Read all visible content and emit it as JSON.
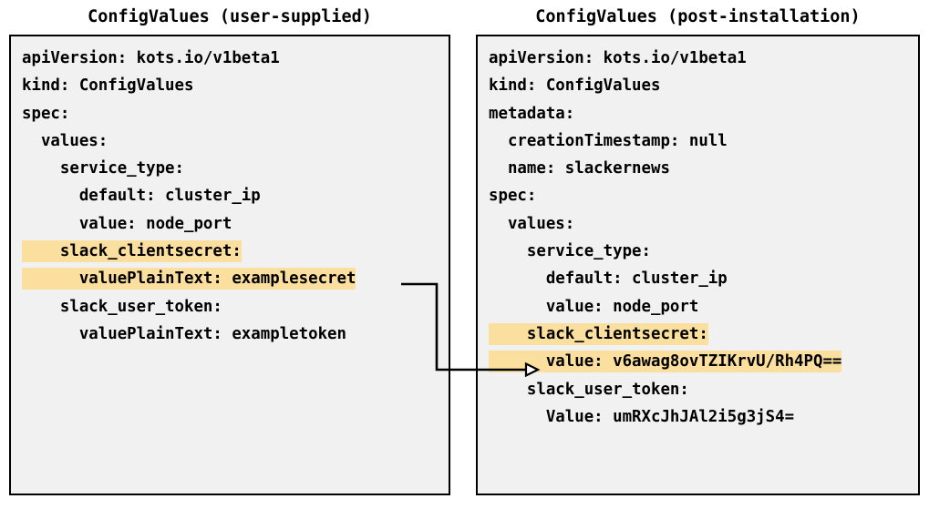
{
  "diagram": {
    "background_color": "#ffffff",
    "box_fill_color": "#f1f1f1",
    "box_border_color": "#000000",
    "highlight_color": "#fbdf9e",
    "text_color": "#000000"
  },
  "panels": [
    {
      "id": "left",
      "title": "ConfigValues (user-supplied)",
      "lines": [
        {
          "text": "apiVersion: kots.io/v1beta1",
          "highlight": false
        },
        {
          "text": "kind: ConfigValues",
          "highlight": false
        },
        {
          "text": "spec:",
          "highlight": false
        },
        {
          "text": "  values:",
          "highlight": false
        },
        {
          "text": "    service_type:",
          "highlight": false
        },
        {
          "text": "      default: cluster_ip",
          "highlight": false
        },
        {
          "text": "      value: node_port",
          "highlight": false
        },
        {
          "text": "    slack_clientsecret:",
          "highlight": true
        },
        {
          "text": "      valuePlainText: examplesecret",
          "highlight": true
        },
        {
          "text": "    slack_user_token:",
          "highlight": false
        },
        {
          "text": "      valuePlainText: exampletoken",
          "highlight": false
        }
      ]
    },
    {
      "id": "right",
      "title": "ConfigValues (post-installation)",
      "lines": [
        {
          "text": "apiVersion: kots.io/v1beta1",
          "highlight": false
        },
        {
          "text": "kind: ConfigValues",
          "highlight": false
        },
        {
          "text": "metadata:",
          "highlight": false
        },
        {
          "text": "  creationTimestamp: null",
          "highlight": false
        },
        {
          "text": "  name: slackernews",
          "highlight": false
        },
        {
          "text": "spec:",
          "highlight": false
        },
        {
          "text": "  values:",
          "highlight": false
        },
        {
          "text": "    service_type:",
          "highlight": false
        },
        {
          "text": "      default: cluster_ip",
          "highlight": false
        },
        {
          "text": "      value: node_port",
          "highlight": false
        },
        {
          "text": "    slack_clientsecret:",
          "highlight": true
        },
        {
          "text": "      value: v6awag8ovTZIKrvU/Rh4PQ==",
          "highlight": true
        },
        {
          "text": "    slack_user_token:",
          "highlight": false
        },
        {
          "text": "      Value: umRXcJhJAl2i5g3jS4=",
          "highlight": false
        }
      ]
    }
  ],
  "connector": {
    "name": "secret-encryption-arrow",
    "from_label": "valuePlainText: examplesecret",
    "to_label": "value: v6awag8ovTZIKrvU/Rh4PQ==",
    "arrowhead": "open-triangle",
    "color": "#000000"
  }
}
